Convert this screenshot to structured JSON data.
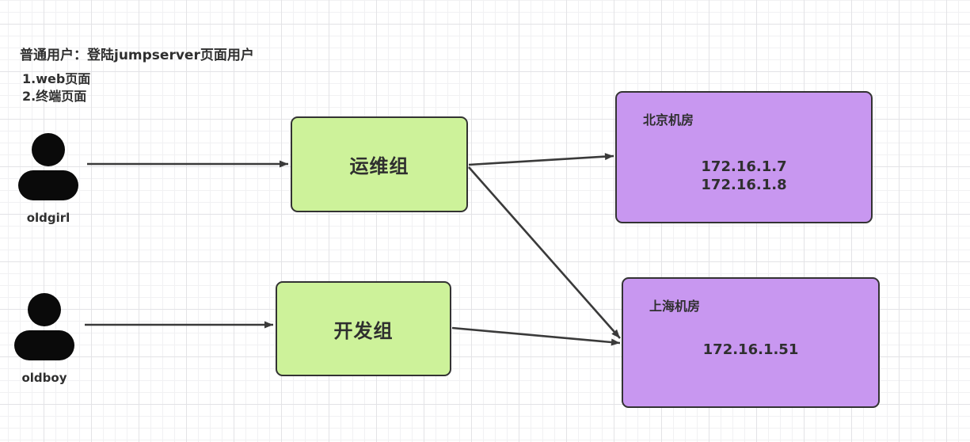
{
  "annotation": {
    "title": "普通用户：登陆jumpserver页面用户",
    "line1": "1.web页面",
    "line2": "2.终端页面"
  },
  "users": [
    {
      "id": "oldgirl",
      "label": "oldgirl"
    },
    {
      "id": "oldboy",
      "label": "oldboy"
    }
  ],
  "groups": [
    {
      "id": "ops",
      "label": "运维组"
    },
    {
      "id": "dev",
      "label": "开发组"
    }
  ],
  "rooms": [
    {
      "id": "beijing",
      "title": "北京机房",
      "ips": [
        "172.16.1.7",
        "172.16.1.8"
      ]
    },
    {
      "id": "shanghai",
      "title": "上海机房",
      "ips": [
        "172.16.1.51"
      ]
    }
  ],
  "edges": [
    {
      "from": "oldgirl",
      "to": "ops"
    },
    {
      "from": "oldboy",
      "to": "dev"
    },
    {
      "from": "ops",
      "to": "beijing"
    },
    {
      "from": "ops",
      "to": "shanghai"
    },
    {
      "from": "dev",
      "to": "shanghai"
    }
  ],
  "colors": {
    "canvas_bg": "#ffffff",
    "grid_minor": "#f1f1f3",
    "grid_major": "#e3e3e6",
    "group_fill": "#cdf29a",
    "room_fill": "#c897f0",
    "shape_border": "#333333",
    "arrow_color": "#3a3a3a",
    "text_color": "#2f2f2f",
    "icon_color": "#0a0a0a"
  }
}
